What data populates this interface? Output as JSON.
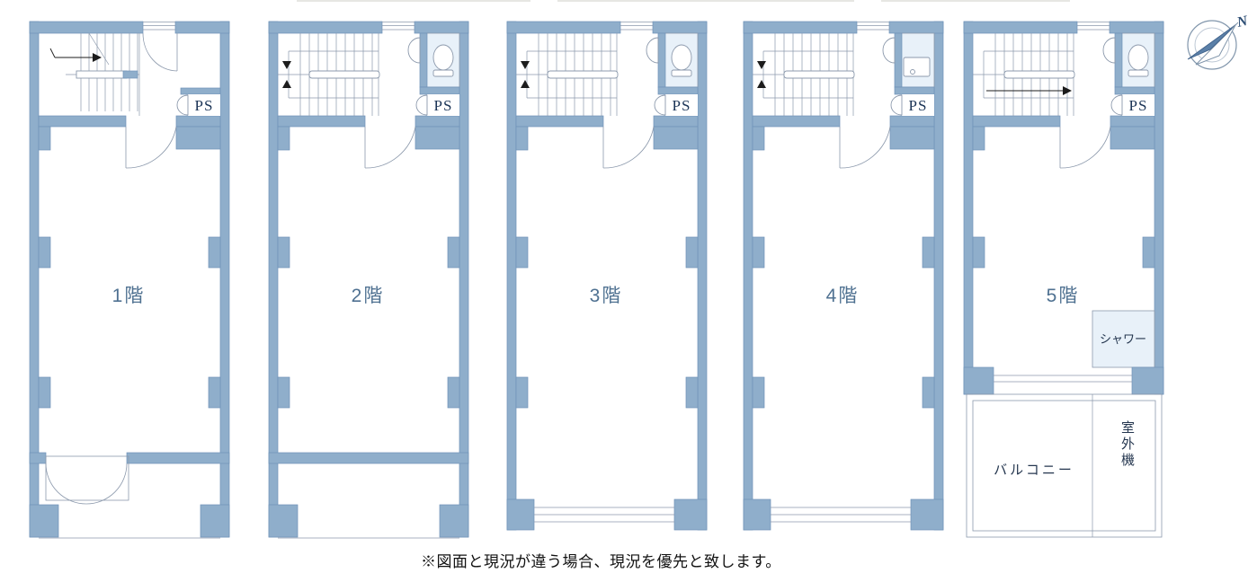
{
  "colors": {
    "wall": "#8FAECB",
    "wall-stroke": "#6E92B8",
    "wet": "#E8F1F9",
    "line": "#8C99AC",
    "label": "#4F7191",
    "ps-text": "#1C3557",
    "jp-text": "#24364F",
    "note-text": "#111111",
    "compass": "#2C4D74",
    "arrow": "#1C1C1C"
  },
  "floors": [
    {
      "label": "1階",
      "ps": "PS"
    },
    {
      "label": "2階",
      "ps": "PS"
    },
    {
      "label": "3階",
      "ps": "PS"
    },
    {
      "label": "4階",
      "ps": "PS"
    },
    {
      "label": "5階",
      "ps": "PS",
      "shower": "シャワー",
      "balcony": "バルコニー",
      "outdoor_unit": "室外機"
    }
  ],
  "compass": {
    "label": "N"
  },
  "note": "※図面と現況が違う場合、現況を優先と致します。"
}
